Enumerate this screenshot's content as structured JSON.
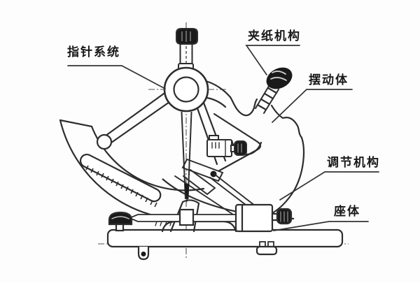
{
  "canvas": {
    "background": "#fdfdfd",
    "ink": "#2d2d2d",
    "dark_fill": "#1a1a1a"
  },
  "labels": {
    "pointer_system": {
      "text": "指针系统"
    },
    "paper_clamp": {
      "text": "夹纸机构"
    },
    "swing_body": {
      "text": "摆动体"
    },
    "adjust_mechanism": {
      "text": "调节机构"
    },
    "base_body": {
      "text": "座体"
    }
  },
  "scale": {
    "tick_count": 15
  }
}
